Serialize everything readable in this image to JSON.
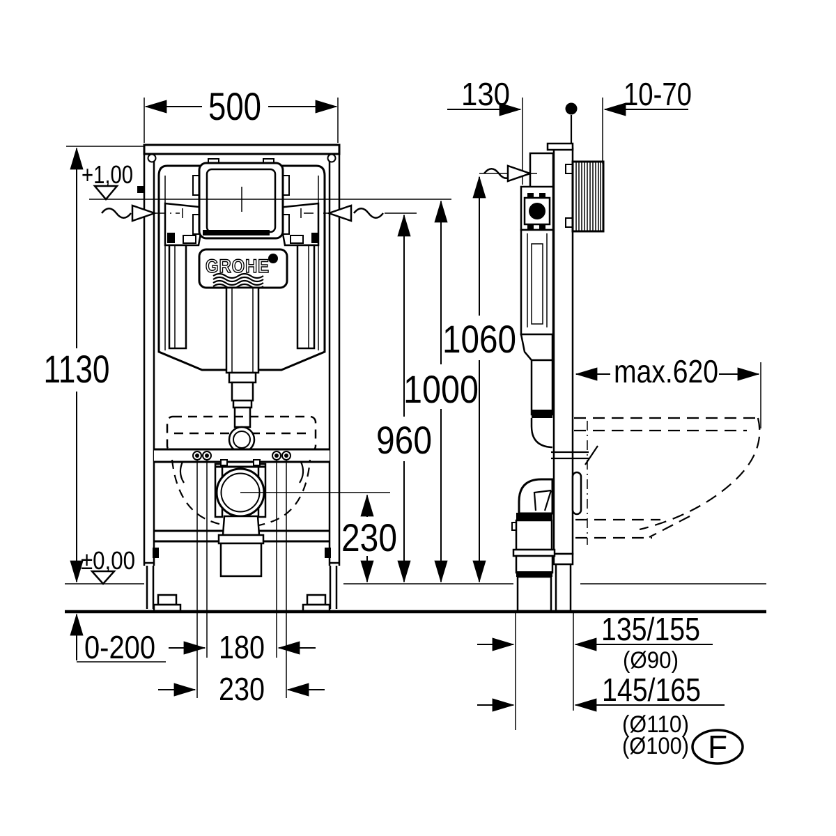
{
  "drawing": {
    "brand_logo": "GROHE",
    "front": {
      "width": "500",
      "height": "1130",
      "level_top": "+1,00",
      "level_floor": "±0,00",
      "floor_range": "0-200",
      "bolt_span_inner": "180",
      "bolt_span_outer": "230",
      "outlet_height": "230",
      "supply_height": "960",
      "plate_height": "1000",
      "frame_top_height": "1060"
    },
    "side": {
      "frame_depth": "130",
      "rod_range": "10-70",
      "bowl_depth": "max.620",
      "outlet_a": "135/155",
      "outlet_a_dia": "(Ø90)",
      "outlet_b": "145/165",
      "outlet_b_dia1": "(Ø110)",
      "outlet_b_dia2": "(Ø100)",
      "variant_label": "F"
    }
  }
}
